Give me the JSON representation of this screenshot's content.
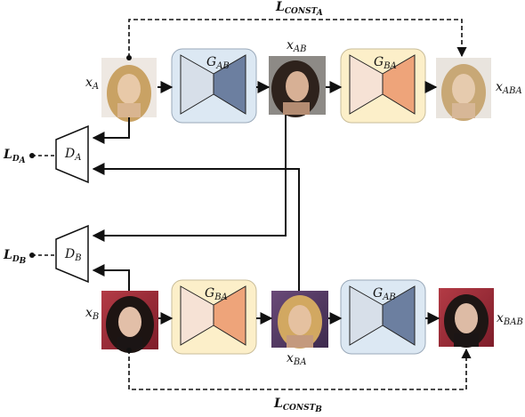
{
  "labels": {
    "x_a": "x",
    "x_a_sub": "A",
    "x_ab": "x",
    "x_ab_sub": "AB",
    "x_aba": "x",
    "x_aba_sub": "ABA",
    "x_b": "x",
    "x_b_sub": "B",
    "x_ba": "x",
    "x_ba_sub": "BA",
    "x_bab": "x",
    "x_bab_sub": "BAB",
    "g_ab_top": "G",
    "g_ab_top_sub": "AB",
    "g_ba_top": "G",
    "g_ba_top_sub": "BA",
    "g_ba_bottom": "G",
    "g_ba_bottom_sub": "BA",
    "g_ab_bottom": "G",
    "g_ab_bottom_sub": "AB",
    "d_a": "D",
    "d_a_sub": "A",
    "d_b": "D",
    "d_b_sub": "B",
    "l_da": "L",
    "l_da_sub": "D",
    "l_da_subsub": "A",
    "l_db": "L",
    "l_db_sub": "D",
    "l_db_subsub": "B",
    "l_const_a": "L",
    "l_const_a_sub": "CONST",
    "l_const_a_subsub": "A",
    "l_const_b": "L",
    "l_const_b_sub": "CONST",
    "l_const_b_subsub": "B"
  },
  "colors": {
    "generator_ab_fill": "#dce8f3",
    "generator_ba_fill": "#fcefc9",
    "trap_ab_left": "#d7dfe9",
    "trap_ab_right": "#6c7fa0",
    "trap_ba_left": "#f6e2d5",
    "trap_ba_right": "#eea47a",
    "line": "#111111"
  }
}
